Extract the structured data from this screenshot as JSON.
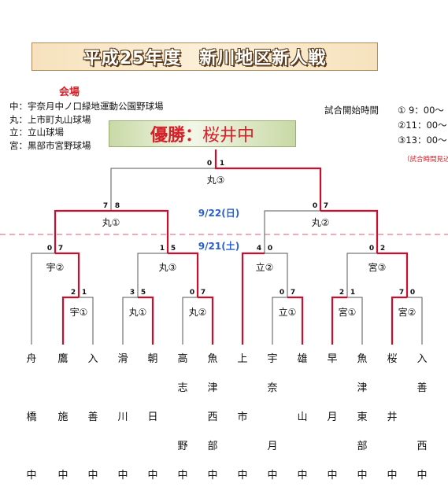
{
  "title": "平成25年度　新川地区新人戦",
  "venue": {
    "heading": "会場",
    "items": [
      "中：宇奈月中ノ口緑地運動公園野球場",
      "丸：上市町丸山球場",
      "立：立山球場",
      "宮：黒部市宮野球場"
    ]
  },
  "schedule": {
    "header": "試合開始時間",
    "times": [
      "① 9：00～",
      "②11：00～",
      "③13：00～"
    ],
    "note": "（試合時間見込）"
  },
  "winner": {
    "label": "優勝：",
    "team": "桜井中"
  },
  "dates": {
    "day2": "9/22(日)",
    "day1": "9/21(土)"
  },
  "matches": {
    "final": {
      "label": "丸③",
      "score_left": "0",
      "score_right": "1"
    },
    "sf_left": {
      "label": "丸①",
      "score_left": "7",
      "score_right": "8"
    },
    "sf_right": {
      "label": "丸②",
      "score_left": "0",
      "score_right": "7"
    },
    "qf1": {
      "label": "宇②",
      "score_left": "0",
      "score_right": "7"
    },
    "qf2": {
      "label": "丸③",
      "score_left": "1",
      "score_right": "5"
    },
    "qf3": {
      "label": "立②",
      "score_left": "4",
      "score_right": "0"
    },
    "qf4": {
      "label": "宮③",
      "score_left": "0",
      "score_right": "2"
    },
    "r1a": {
      "label": "宇①",
      "score_left": "2",
      "score_right": "1"
    },
    "r1b": {
      "label": "丸①",
      "score_left": "3",
      "score_right": "5"
    },
    "r1c": {
      "label": "丸②",
      "score_left": "0",
      "score_right": "7"
    },
    "r1d": {
      "label": "立①",
      "score_left": "0",
      "score_right": "7"
    },
    "r1e": {
      "label": "宮①",
      "score_left": "2",
      "score_right": "1"
    },
    "r1f": {
      "label": "宮②",
      "score_left": "7",
      "score_right": "0"
    }
  },
  "teams": [
    [
      "舟",
      "橋",
      "中"
    ],
    [
      "鷹",
      "施",
      "中"
    ],
    [
      "入",
      "善",
      "中"
    ],
    [
      "滑",
      "川",
      "中"
    ],
    [
      "朝",
      "日",
      "中"
    ],
    [
      "高",
      "志",
      "野",
      "中"
    ],
    [
      "魚",
      "津",
      "西",
      "部",
      "中"
    ],
    [
      "上",
      "市",
      "中"
    ],
    [
      "宇",
      "奈",
      "月",
      "中"
    ],
    [
      "雄",
      "山",
      "中"
    ],
    [
      "早",
      "月",
      "中"
    ],
    [
      "魚",
      "津",
      "東",
      "部",
      "中"
    ],
    [
      "桜",
      "井",
      "中"
    ],
    [
      "入",
      "善",
      "西",
      "中"
    ]
  ],
  "colors": {
    "winner_line": "#c8102e",
    "line": "#555555",
    "date": "#2a5fd0",
    "dash": "#e05a6a"
  }
}
